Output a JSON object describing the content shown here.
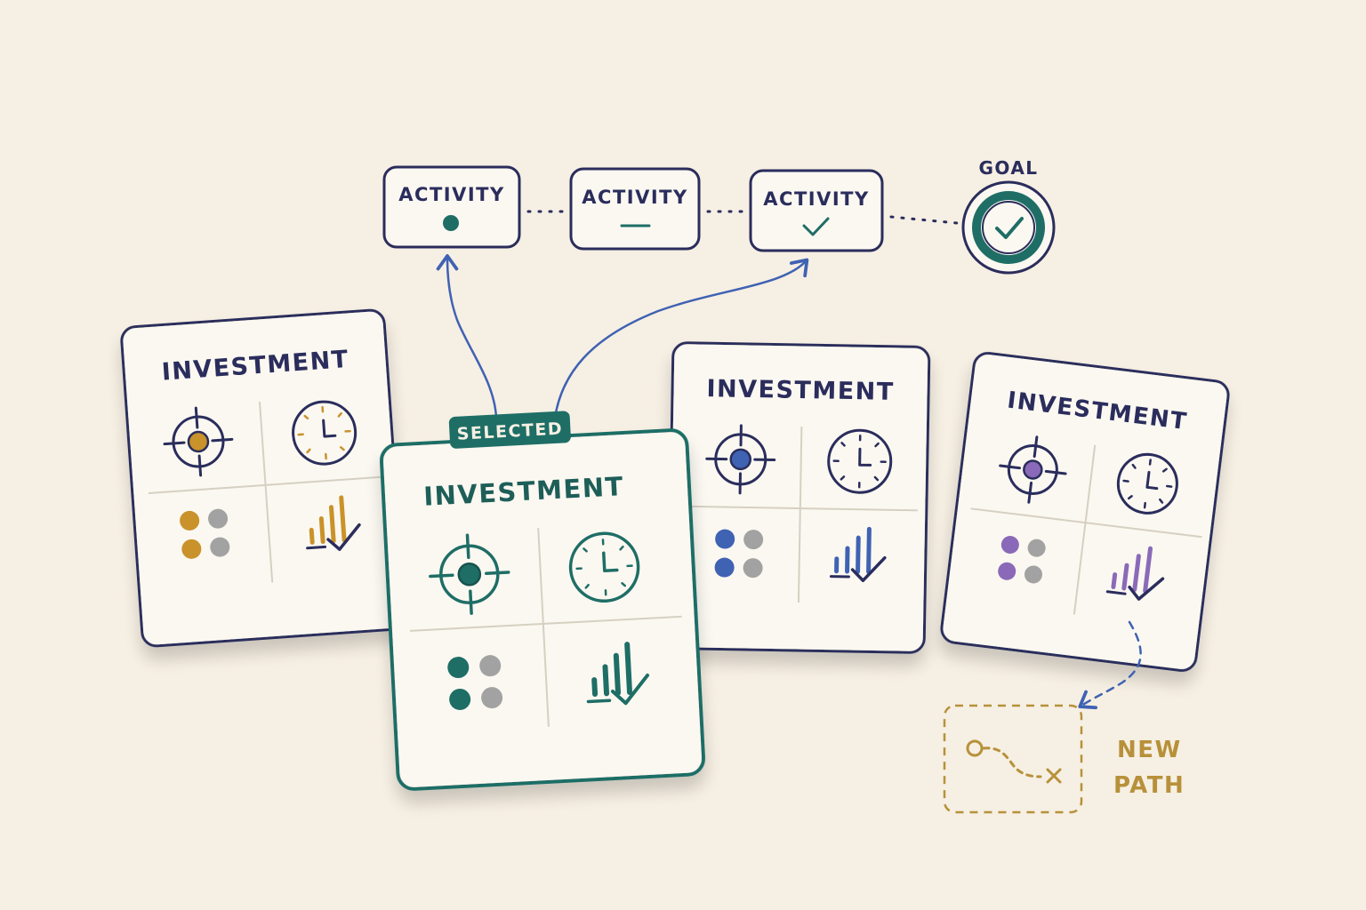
{
  "colors": {
    "background": "#f6efe3",
    "card": "#fbf8f1",
    "ink": "#2a2d5c",
    "teal": "#1e6e66",
    "teal_bright": "#2a8a7e",
    "blue": "#3f62b3",
    "amber": "#c9922a",
    "purple": "#8a6ab8",
    "gray": "#a2a2a2",
    "dash_gold": "#b7913a"
  },
  "activities": [
    {
      "label": "ACTIVITY",
      "marker": "dot"
    },
    {
      "label": "ACTIVITY",
      "marker": "dash"
    },
    {
      "label": "ACTIVITY",
      "marker": "check"
    }
  ],
  "goal": {
    "label": "GOAL"
  },
  "selected_badge": "SELECTED",
  "cards": [
    {
      "title": "INVESTMENT",
      "accent": "amber"
    },
    {
      "title": "INVESTMENT",
      "accent": "teal",
      "selected": true
    },
    {
      "title": "INVESTMENT",
      "accent": "blue"
    },
    {
      "title": "INVESTMENT",
      "accent": "purple"
    }
  ],
  "new_path": {
    "line1": "NEW",
    "line2": "PATH"
  },
  "icons": [
    "target-icon",
    "clock-icon",
    "dots-icon",
    "bar-chart-check-icon",
    "goal-check-icon",
    "route-icon"
  ]
}
